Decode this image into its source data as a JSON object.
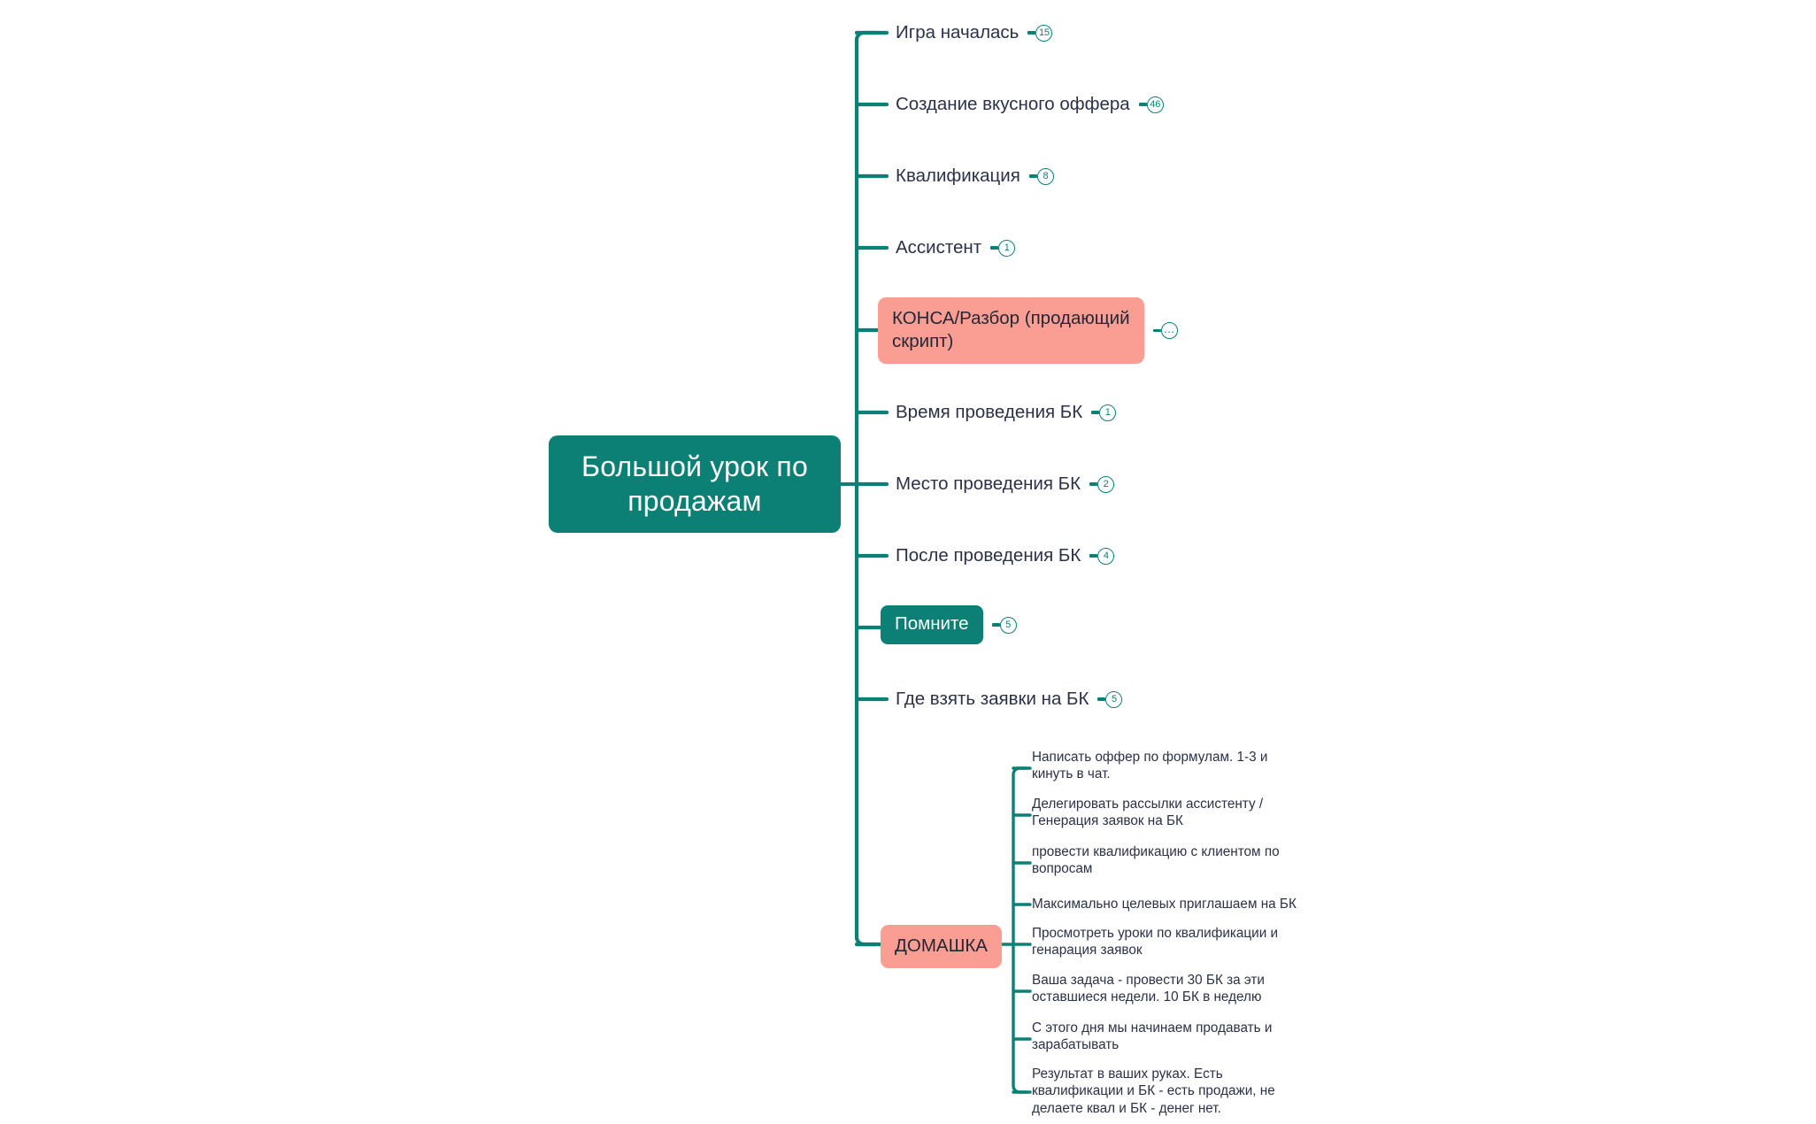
{
  "map": {
    "root": {
      "label": "Большой урок по продажам",
      "shape": "rounded-rect",
      "fill": "#0c8074",
      "text_color": "#ffffff"
    },
    "colors": {
      "accent_teal": "#0c8074",
      "node_pink": "#fa9e93",
      "text_dark": "#2b3148",
      "background": "#ffffff"
    },
    "branches": [
      {
        "label": "Игра началась",
        "badge": "15",
        "style": "plain"
      },
      {
        "label": "Создание вкусного оффера",
        "badge": "46",
        "style": "plain"
      },
      {
        "label": "Квалификация",
        "badge": "8",
        "style": "plain"
      },
      {
        "label": "Ассистент",
        "badge": "1",
        "style": "plain"
      },
      {
        "label": "КОНСА/Разбор (продающий\nскрипт)",
        "badge": "…",
        "style": "pink"
      },
      {
        "label": "Время проведения БК",
        "badge": "1",
        "style": "plain"
      },
      {
        "label": "Место проведения БК",
        "badge": "2",
        "style": "plain"
      },
      {
        "label": "После проведения БК",
        "badge": "4",
        "style": "plain"
      },
      {
        "label": "Помните",
        "badge": "5",
        "style": "teal"
      },
      {
        "label": "Где взять заявки на БК",
        "badge": "5",
        "style": "plain"
      },
      {
        "label": "ДОМАШКА",
        "badge": "",
        "style": "pink"
      }
    ],
    "homework_children": [
      "Написать оффер по формулам. 1-3 и\nкинуть в чат.",
      "Делегировать рассылки ассистенту /\nГенерация заявок на БК",
      "провести квалификацию с клиентом по\nвопросам",
      "Максимально целевых приглашаем на БК",
      "Просмотреть уроки по квалификации и\nгенарация заявок",
      "Ваша задача - провести 30 БК за эти\nоставшиеся недели. 10 БК в неделю",
      "С этого дня мы начинаем продавать и\nзарабатывать",
      "Результат в ваших руках. Есть\nквалификации и БК - есть продажи, не\nделаете квал и БК - денег нет."
    ]
  }
}
